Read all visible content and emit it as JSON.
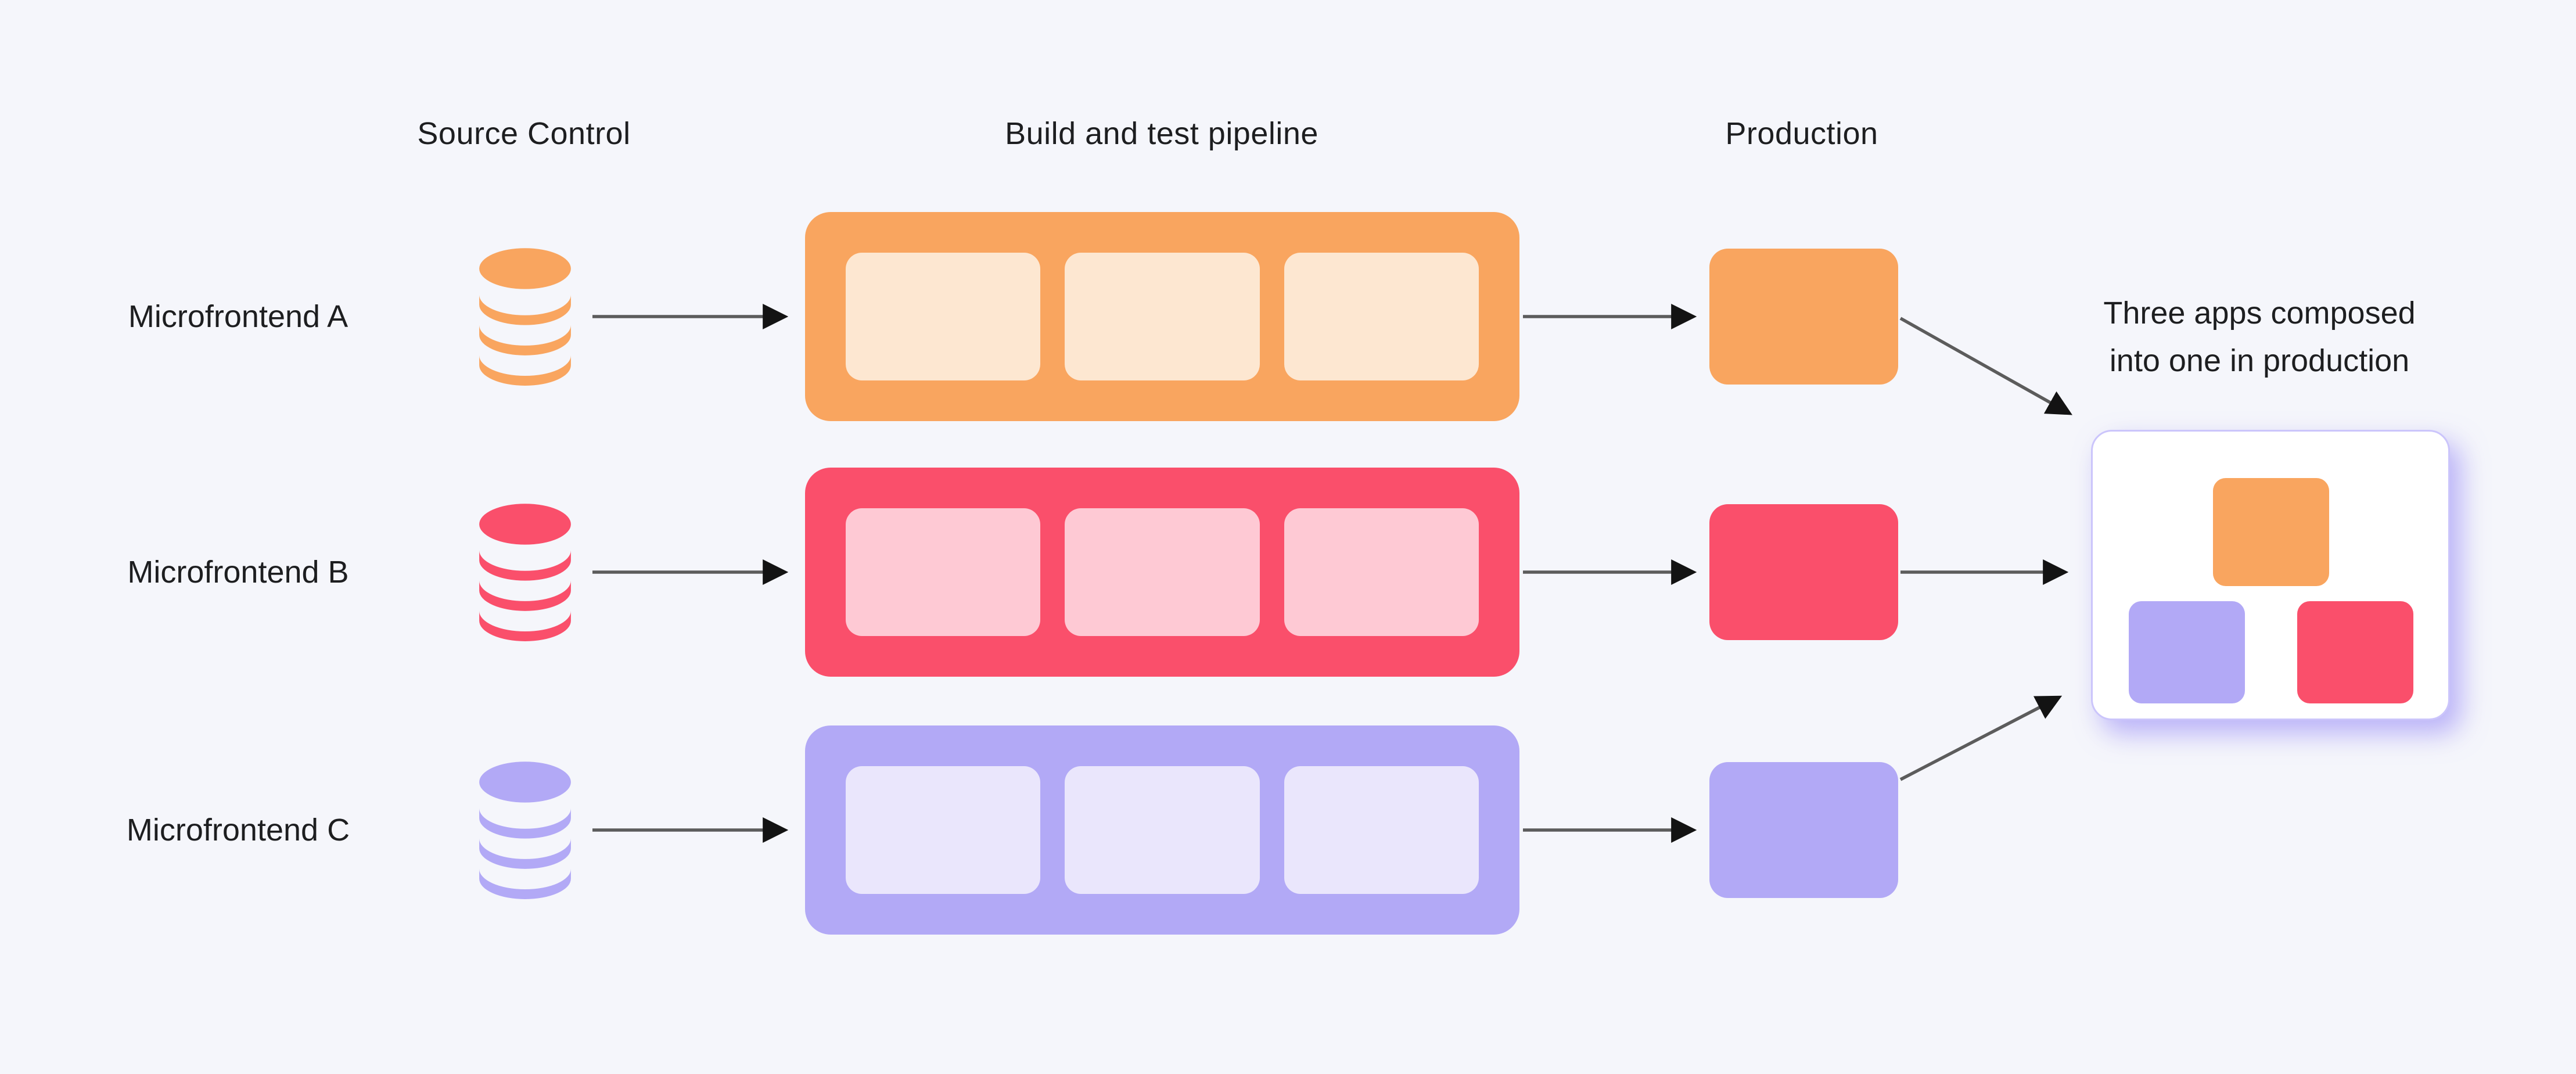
{
  "columns": [
    {
      "id": "source-control",
      "label": "Source Control"
    },
    {
      "id": "build-test-pipeline",
      "label": "Build and test pipeline"
    },
    {
      "id": "production",
      "label": "Production"
    }
  ],
  "rows": [
    {
      "id": "a",
      "label": "Microfrontend A",
      "color": "#F9A55F",
      "stage_color": "#FDE7D1",
      "stages": 3
    },
    {
      "id": "b",
      "label": "Microfrontend B",
      "color": "#FA4F6B",
      "stage_color": "#FEC9D4",
      "stages": 3
    },
    {
      "id": "c",
      "label": "Microfrontend C",
      "color": "#B2A9F6",
      "stage_color": "#EAE6FC",
      "stages": 3
    }
  ],
  "annotation": {
    "line1": "Three apps composed",
    "line2": "into one in production"
  },
  "composed_card": {
    "boxes": [
      {
        "row": "a",
        "color": "#F9A55F",
        "position": "top-center"
      },
      {
        "row": "c",
        "color": "#B2A9F6",
        "position": "bottom-left"
      },
      {
        "row": "b",
        "color": "#FA4F6B",
        "position": "bottom-right"
      }
    ]
  },
  "icons": {
    "source": "database-icon"
  },
  "theme": {
    "background": "#f5f6fb",
    "text": "#1d1e20",
    "arrow": "#5c5c5c",
    "arrowhead": "#131313",
    "card_bg": "#ffffff",
    "card_border": "#cbc5fb",
    "card_shadow": "rgba(141,126,245,0.55)"
  }
}
